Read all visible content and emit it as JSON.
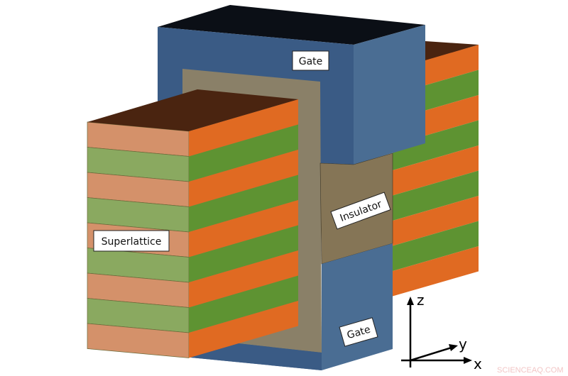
{
  "labels": {
    "gate_top": "Gate",
    "insulator": "Insulator",
    "superlattice": "Superlattice",
    "gate_bottom": "Gate"
  },
  "axes": {
    "z": "z",
    "y": "y",
    "x": "x"
  },
  "watermark": "SCIENCEAQ.COM",
  "colors": {
    "gate_front": "#3a5b85",
    "gate_side": "#4a6d93",
    "gate_top": "#0b0f16",
    "insulator": "#8a8068",
    "insulator_dark": "#857556",
    "orange": "#e06a22",
    "orange_light": "#d4916a",
    "green": "#5e9332",
    "green_light": "#8aa960",
    "brown_top": "#4a2410"
  }
}
